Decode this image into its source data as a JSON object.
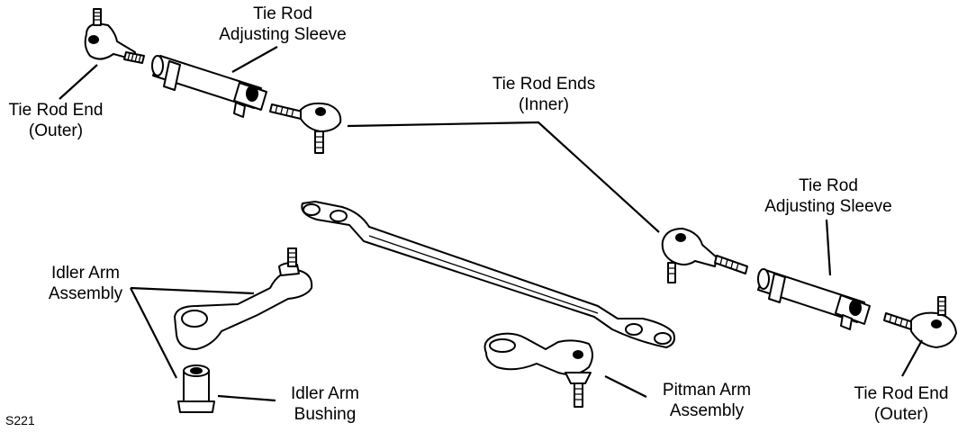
{
  "labels": {
    "tie_rod_adjusting_sleeve_top": [
      "Tie Rod",
      "Adjusting Sleeve"
    ],
    "tie_rod_end_outer_left": [
      "Tie Rod End",
      "(Outer)"
    ],
    "tie_rod_ends_inner": [
      "Tie Rod Ends",
      "(Inner)"
    ],
    "tie_rod_adjusting_sleeve_right": [
      "Tie Rod",
      "Adjusting Sleeve"
    ],
    "idler_arm_assembly": [
      "Idler Arm",
      "Assembly"
    ],
    "idler_arm_bushing": [
      "Idler Arm",
      "Bushing"
    ],
    "pitman_arm_assembly": [
      "Pitman Arm",
      "Assembly"
    ],
    "tie_rod_end_outer_right": [
      "Tie Rod End",
      "(Outer)"
    ]
  },
  "figure_code": "S221"
}
